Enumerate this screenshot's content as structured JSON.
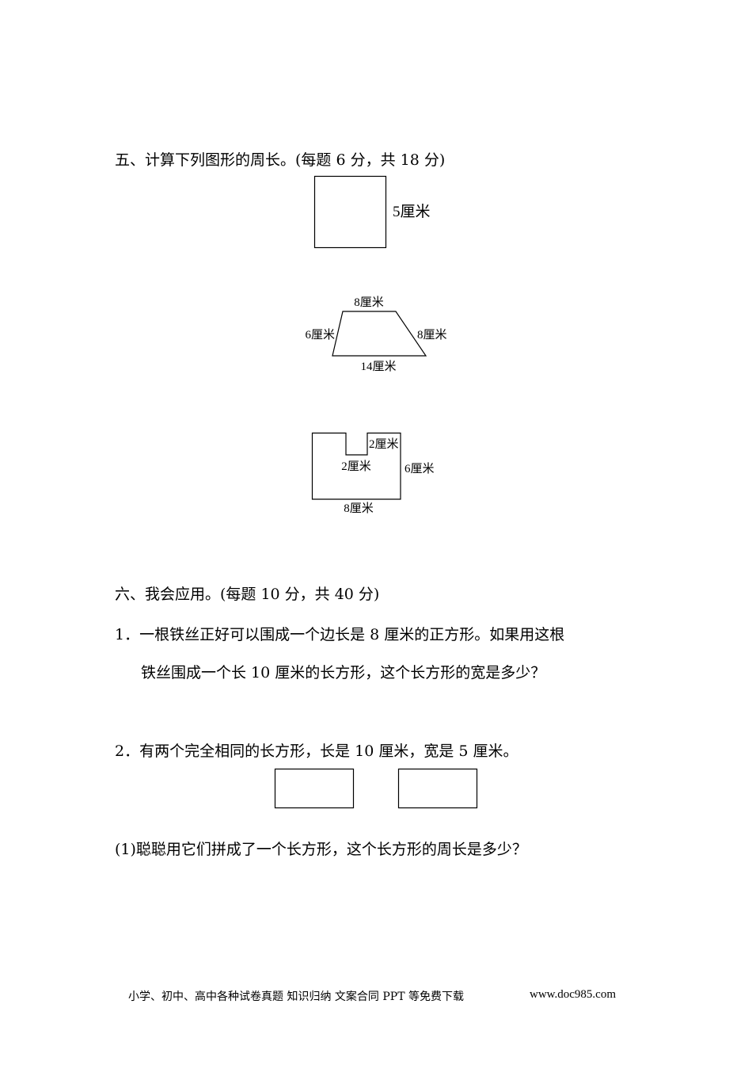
{
  "section5": {
    "heading": "五、计算下列图形的周长。(每题 6 分，共 18 分)",
    "square_label": "5厘米",
    "trapezoid": {
      "top": "8厘米",
      "left": "6厘米",
      "right": "8厘米",
      "bottom": "14厘米"
    },
    "notched_shape": {
      "notch_side": "2厘米",
      "notch_bottom": "2厘米",
      "right": "6厘米",
      "bottom": "8厘米"
    }
  },
  "section6": {
    "heading": "六、我会应用。(每题 10 分，共 40 分)",
    "q1_line1": "1．一根铁丝正好可以围成一个边长是 8 厘米的正方形。如果用这根",
    "q1_line2": "铁丝围成一个长 10 厘米的长方形，这个长方形的宽是多少？",
    "q2": "2．有两个完全相同的长方形，长是 10 厘米，宽是 5 厘米。",
    "q2_sub1": "(1)聪聪用它们拼成了一个长方形，这个长方形的周长是多少？"
  },
  "footer": {
    "promo": "小学、初中、高中各种试卷真题  知识归纳  文案合同  PPT 等免费下载",
    "url": "www.doc985.com"
  }
}
